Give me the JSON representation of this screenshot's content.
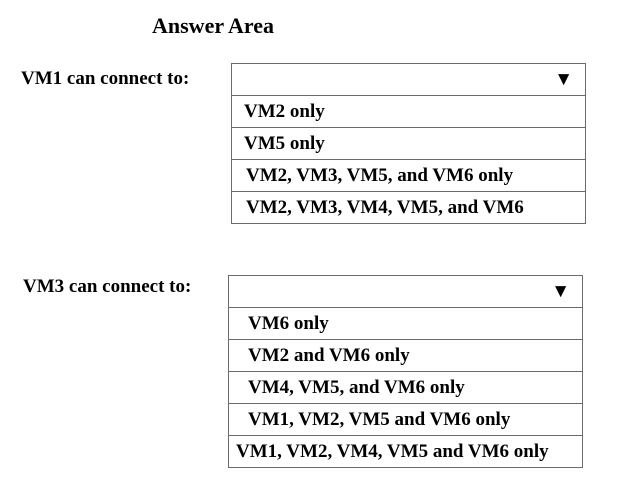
{
  "page": {
    "title": "Answer Area"
  },
  "questions": [
    {
      "label": "VM1 can connect to:",
      "arrow": "▼",
      "options": [
        "VM2 only",
        "VM5 only",
        "VM2, VM3, VM5, and VM6 only",
        "VM2, VM3, VM4, VM5, and VM6"
      ]
    },
    {
      "label": "VM3 can connect to:",
      "arrow": "▼",
      "options": [
        "VM6 only",
        "VM2 and VM6 only",
        "VM4, VM5, and VM6 only",
        "VM1, VM2, VM5 and VM6 only",
        "VM1, VM2, VM4, VM5 and VM6 only"
      ]
    }
  ],
  "icons": {
    "dropdown_arrow": "triangle-down-icon"
  }
}
